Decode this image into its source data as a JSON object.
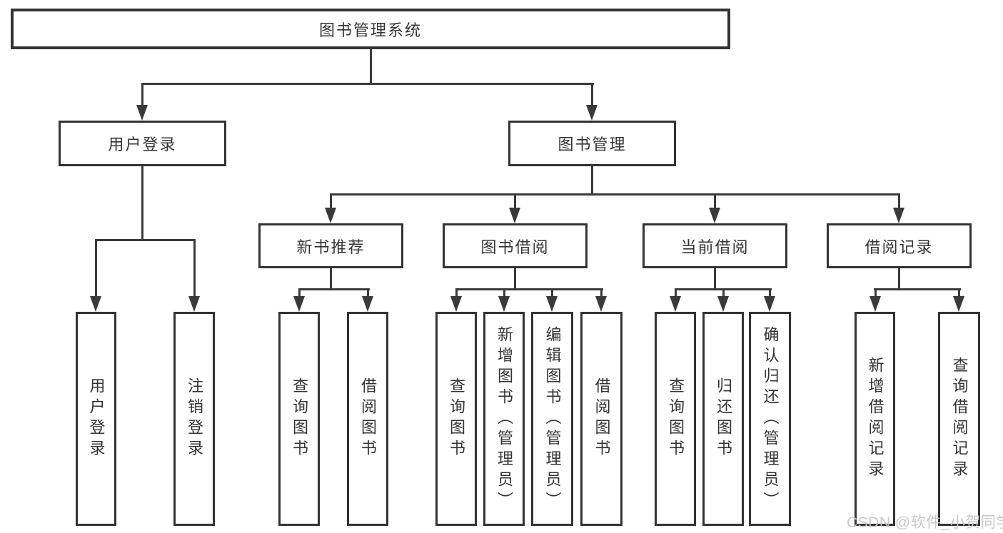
{
  "colors": {
    "line": "#3a3a3a",
    "box_border": "#333333",
    "text": "#333333",
    "watermark": "#c5c5c5",
    "background": "#ffffff"
  },
  "watermark": "CSDN @软件_小贺同学",
  "tree": {
    "root": "图书管理系统",
    "branches": [
      {
        "label": "用户登录",
        "children": [
          "用户登录",
          "注销登录"
        ]
      },
      {
        "label": "图书管理",
        "groups": [
          {
            "label": "新书推荐",
            "children": [
              "查询图书",
              "借阅图书"
            ]
          },
          {
            "label": "图书借阅",
            "children": [
              "查询图书",
              "新增图书（管理员）",
              "编辑图书（管理员）",
              "借阅图书"
            ]
          },
          {
            "label": "当前借阅",
            "children": [
              "查询图书",
              "归还图书",
              "确认归还（管理员）"
            ]
          },
          {
            "label": "借阅记录",
            "children": [
              "新增借阅记录",
              "查询借阅记录"
            ]
          }
        ]
      }
    ]
  }
}
